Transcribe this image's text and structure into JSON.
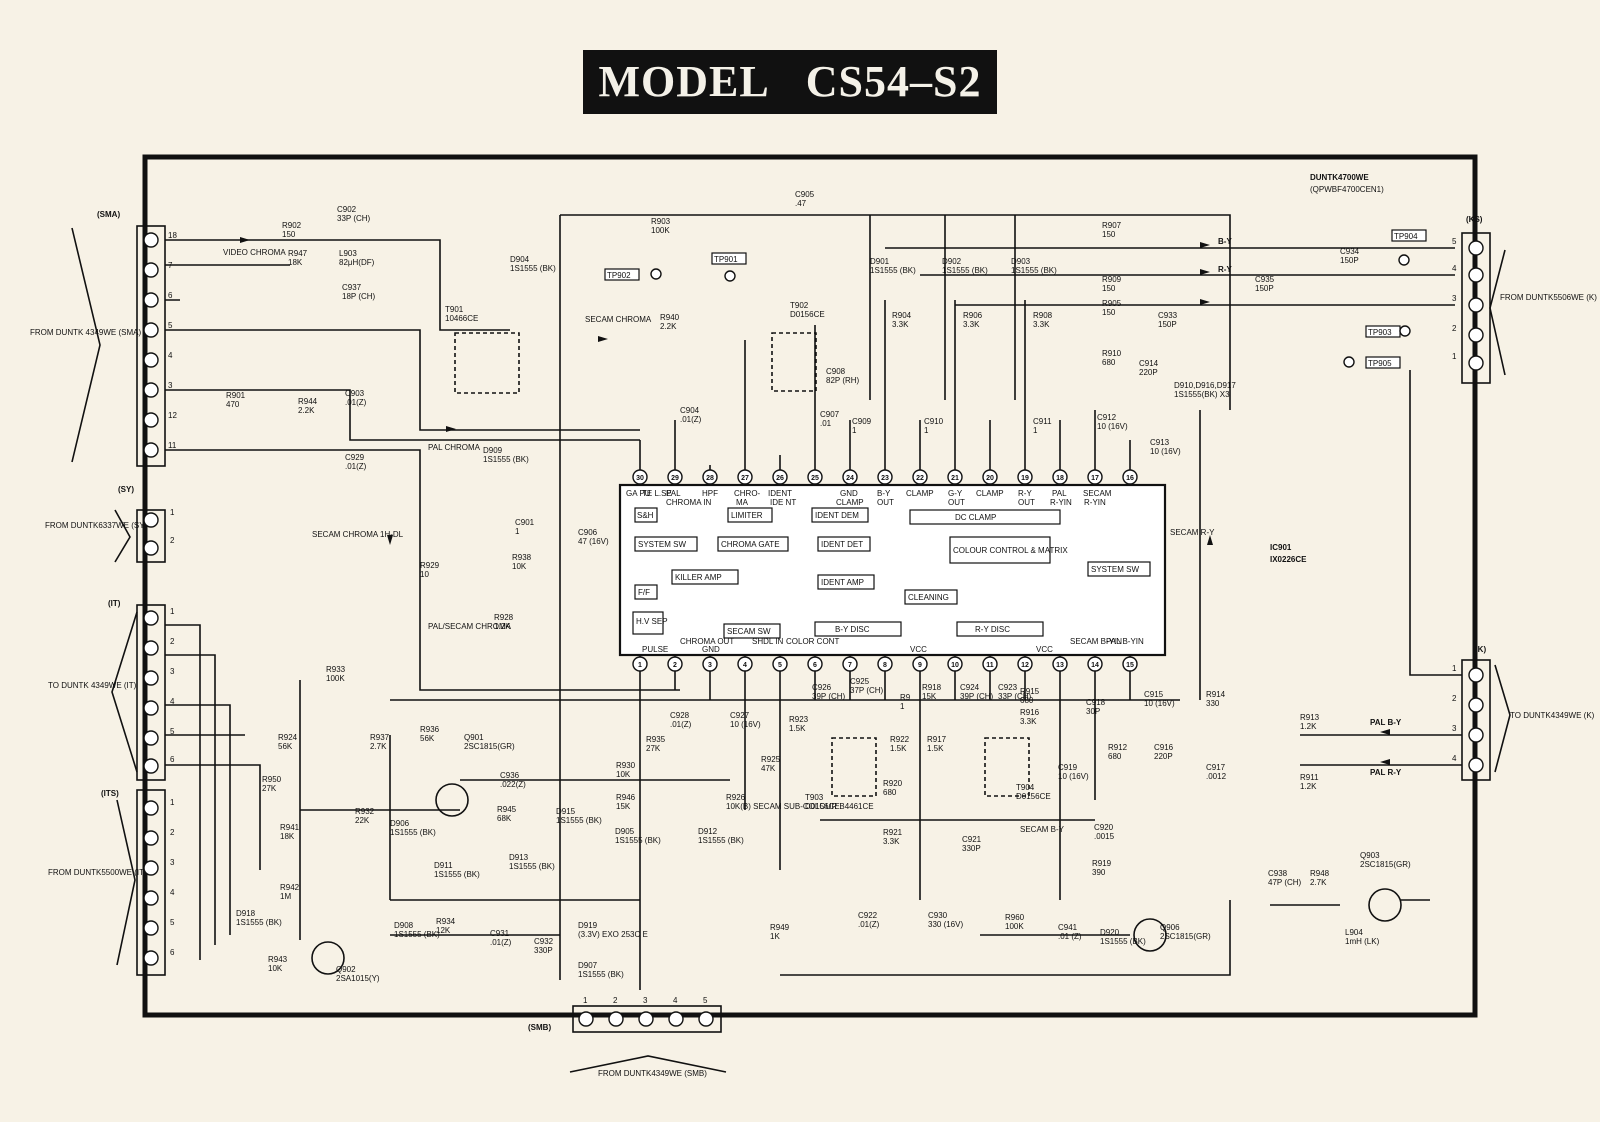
{
  "title": {
    "prefix": "MODEL",
    "model": "CS54–S2"
  },
  "ic": {
    "ref": "IC901",
    "part": "IX0226CE"
  },
  "ic_pins_top": [
    {
      "n": "30",
      "label": "GA PU",
      "label2": "TE L.SE"
    },
    {
      "n": "29",
      "label": "PAL",
      "label2": "CHROMA IN"
    },
    {
      "n": "28",
      "label": "HPF",
      "label2": ""
    },
    {
      "n": "27",
      "label": "CHRO-",
      "label2": "MA"
    },
    {
      "n": "26",
      "label": "IDENT",
      "label2": "IDE NT"
    },
    {
      "n": "25",
      "label": "GND",
      "label2": "CLAMP"
    },
    {
      "n": "24",
      "label": "",
      "label2": ""
    },
    {
      "n": "23",
      "label": "B-Y",
      "label2": "OUT"
    },
    {
      "n": "22",
      "label": "CLAMP",
      "label2": ""
    },
    {
      "n": "21",
      "label": "G-Y",
      "label2": "OUT"
    },
    {
      "n": "20",
      "label": "CLAMP",
      "label2": ""
    },
    {
      "n": "19",
      "label": "R-Y",
      "label2": "OUT"
    },
    {
      "n": "18",
      "label": "PAL",
      "label2": "R-YIN"
    },
    {
      "n": "17",
      "label": "SECAM",
      "label2": "R-YIN"
    },
    {
      "n": "16",
      "label": "",
      "label2": ""
    }
  ],
  "ic_pins_bottom": [
    {
      "n": "1",
      "label": "PULSE"
    },
    {
      "n": "2",
      "label": "CHROMA OUT"
    },
    {
      "n": "3",
      "label": "GND"
    },
    {
      "n": "4",
      "label": "SHDL IN"
    },
    {
      "n": "5",
      "label": "COLOR CONT"
    },
    {
      "n": "6",
      "label": ""
    },
    {
      "n": "7",
      "label": ""
    },
    {
      "n": "8",
      "label": ""
    },
    {
      "n": "9",
      "label": "VCC"
    },
    {
      "n": "10",
      "label": ""
    },
    {
      "n": "11",
      "label": ""
    },
    {
      "n": "12",
      "label": "VCC"
    },
    {
      "n": "13",
      "label": "SECAM B-YIN"
    },
    {
      "n": "14",
      "label": "PAL B-YIN"
    },
    {
      "n": "15",
      "label": ""
    }
  ],
  "ic_blocks": [
    "S&H",
    "LIMITER",
    "IDENT DEM",
    "SYSTEM SW",
    "CHROMA GATE",
    "IDENT DET",
    "KILLER AMP",
    "IDENT AMP",
    "F/F",
    "CLEANING",
    "H.V SEP",
    "SECAM SW",
    "B-Y DISC",
    "R-Y DISC",
    "DC CLAMP",
    "COLOUR CONTROL & MATRIX",
    "SYSTEM SW"
  ],
  "connectors": {
    "sma": {
      "label": "(SMA)",
      "from": "FROM DUNTK 4349WE (SMA)",
      "pins": [
        "18",
        "7",
        "6",
        "5",
        "4",
        "3",
        "12",
        "11"
      ]
    },
    "sy": {
      "label": "(SY)",
      "from": "FROM DUNTK6337WE (SY)",
      "pins": [
        "1",
        "2"
      ]
    },
    "t": {
      "label": "(IT)",
      "to": "TO DUNTK 4349WE (IT)",
      "pins": [
        "1",
        "2",
        "3",
        "4",
        "5",
        "6"
      ]
    },
    "ts": {
      "label": "(ITS)",
      "from": "FROM DUNTK5500WE (IT)",
      "pins": [
        "1",
        "2",
        "3",
        "4",
        "5",
        "6"
      ]
    },
    "ks": {
      "label": "(KS)",
      "module": "DUNTK4700WE",
      "module_code": "(QPWBF4700CEN1)",
      "from": "FROM DUNTK5506WE (K)",
      "pins": [
        "5",
        "4",
        "3",
        "2",
        "1"
      ]
    },
    "k": {
      "label": "(K)",
      "to": "TO DUNTK4349WE (K)",
      "pins": [
        "1",
        "2",
        "3",
        "4"
      ]
    },
    "smb": {
      "label": "(SMB)",
      "from": "FROM DUNTK4349WE (SMB)",
      "pins": [
        "1",
        "2",
        "3",
        "4",
        "5"
      ]
    }
  },
  "test_points": [
    "TP902",
    "TP901",
    "TP904",
    "TP903",
    "TP905"
  ],
  "signals": [
    "VIDEO CHROMA",
    "SECAM CHROMA",
    "PAL CHROMA",
    "SECAM CHROMA 1H-DL",
    "PAL/SECAM CHROMA",
    "SECAM R-Y",
    "SECAM B-Y",
    "B-Y",
    "R-Y",
    "PAL B-Y",
    "PAL R-Y"
  ],
  "components": [
    {
      "ref": "R902",
      "value": "150"
    },
    {
      "ref": "C902",
      "value": "33P (CH)"
    },
    {
      "ref": "R947",
      "value": "18K"
    },
    {
      "ref": "L903",
      "value": "82μH(DF)"
    },
    {
      "ref": "C937",
      "value": "18P (CH)"
    },
    {
      "ref": "R901",
      "value": "470"
    },
    {
      "ref": "R944",
      "value": "2.2K"
    },
    {
      "ref": "C903",
      "value": ".01(Z)"
    },
    {
      "ref": "C929",
      "value": ".01(Z)"
    },
    {
      "ref": "T901",
      "value": "10466CE"
    },
    {
      "ref": "D904",
      "value": "1S1555 (BK)"
    },
    {
      "ref": "R903",
      "value": "100K"
    },
    {
      "ref": "C905",
      "value": ".47"
    },
    {
      "ref": "R940",
      "value": "2.2K"
    },
    {
      "ref": "T902",
      "value": "D0156CE"
    },
    {
      "ref": "C908",
      "value": "82P (RH)"
    },
    {
      "ref": "C907",
      "value": ".01"
    },
    {
      "ref": "C904",
      "value": ".01(Z)"
    },
    {
      "ref": "D909",
      "value": "1S1555 (BK)"
    },
    {
      "ref": "C901",
      "value": "1"
    },
    {
      "ref": "R938",
      "value": "10K"
    },
    {
      "ref": "R928",
      "value": "1.2K"
    },
    {
      "ref": "R929",
      "value": "10"
    },
    {
      "ref": "C906",
      "value": "47 (16V)"
    },
    {
      "ref": "D901",
      "value": "1S1555 (BK)"
    },
    {
      "ref": "D902",
      "value": "1S1555 (BK)"
    },
    {
      "ref": "D903",
      "value": "1S1555 (BK)"
    },
    {
      "ref": "R907",
      "value": "150"
    },
    {
      "ref": "R909",
      "value": "150"
    },
    {
      "ref": "R905",
      "value": "150"
    },
    {
      "ref": "R904",
      "value": "3.3K"
    },
    {
      "ref": "R906",
      "value": "3.3K"
    },
    {
      "ref": "R908",
      "value": "3.3K"
    },
    {
      "ref": "R910",
      "value": "680"
    },
    {
      "ref": "C914",
      "value": "220P"
    },
    {
      "ref": "C909",
      "value": "1"
    },
    {
      "ref": "C910",
      "value": "1"
    },
    {
      "ref": "C911",
      "value": "1"
    },
    {
      "ref": "C912",
      "value": "10 (16V)"
    },
    {
      "ref": "C913",
      "value": "10 (16V)"
    },
    {
      "ref": "C934",
      "value": "150P"
    },
    {
      "ref": "C935",
      "value": "150P"
    },
    {
      "ref": "C933",
      "value": "150P"
    },
    {
      "ref": "D910,D916,D917",
      "value": "1S1555(BK) X3"
    },
    {
      "ref": "R933",
      "value": "100K"
    },
    {
      "ref": "R924",
      "value": "56K"
    },
    {
      "ref": "R950",
      "value": "27K"
    },
    {
      "ref": "R937",
      "value": "2.7K"
    },
    {
      "ref": "R936",
      "value": "56K"
    },
    {
      "ref": "Q901",
      "value": "2SC1815(GR)"
    },
    {
      "ref": "R932",
      "value": "22K"
    },
    {
      "ref": "R941",
      "value": "18K"
    },
    {
      "ref": "R942",
      "value": "1M"
    },
    {
      "ref": "D918",
      "value": "1S1555 (BK)"
    },
    {
      "ref": "R943",
      "value": "10K"
    },
    {
      "ref": "Q902",
      "value": "2SA1015(Y)"
    },
    {
      "ref": "D906",
      "value": "1S1555 (BK)"
    },
    {
      "ref": "D911",
      "value": "1S1555 (BK)"
    },
    {
      "ref": "D908",
      "value": "1S1555 (BK)"
    },
    {
      "ref": "R934",
      "value": "12K"
    },
    {
      "ref": "C931",
      "value": ".01(Z)"
    },
    {
      "ref": "C936",
      "value": ".022(Z)"
    },
    {
      "ref": "R945",
      "value": "68K"
    },
    {
      "ref": "D915",
      "value": "1S1555 (BK)"
    },
    {
      "ref": "D913",
      "value": "1S1555 (BK)"
    },
    {
      "ref": "C932",
      "value": "330P"
    },
    {
      "ref": "D919",
      "value": "(3.3V) EXO 253C E"
    },
    {
      "ref": "D907",
      "value": "1S1555 (BK)"
    },
    {
      "ref": "R935",
      "value": "27K"
    },
    {
      "ref": "C928",
      "value": ".01(Z)"
    },
    {
      "ref": "C927",
      "value": "10 (16V)"
    },
    {
      "ref": "R930",
      "value": "10K"
    },
    {
      "ref": "R946",
      "value": "15K"
    },
    {
      "ref": "D905",
      "value": "1S1555 (BK)"
    },
    {
      "ref": "D912",
      "value": "1S1555 (BK)"
    },
    {
      "ref": "R925",
      "value": "47K"
    },
    {
      "ref": "R926",
      "value": "10K(B) SECAM SUB-COLOUR B4461CE"
    },
    {
      "ref": "C926",
      "value": "39P (CH)"
    },
    {
      "ref": "C925",
      "value": "37P (CH)"
    },
    {
      "ref": "R923",
      "value": "1.5K"
    },
    {
      "ref": "T903",
      "value": "D0156CE"
    },
    {
      "ref": "R9",
      "value": "1"
    },
    {
      "ref": "R918",
      "value": "15K"
    },
    {
      "ref": "R917",
      "value": "1.5K"
    },
    {
      "ref": "R922",
      "value": "1.5K"
    },
    {
      "ref": "C924",
      "value": "39P (CH)"
    },
    {
      "ref": "C923",
      "value": "33P (CH)"
    },
    {
      "ref": "R915",
      "value": "680"
    },
    {
      "ref": "R916",
      "value": "3.3K"
    },
    {
      "ref": "T904",
      "value": "D0156CE"
    },
    {
      "ref": "C918",
      "value": "30P"
    },
    {
      "ref": "C915",
      "value": "10 (16V)"
    },
    {
      "ref": "R914",
      "value": "330"
    },
    {
      "ref": "C919",
      "value": "10 (16V)"
    },
    {
      "ref": "R912",
      "value": "680"
    },
    {
      "ref": "C916",
      "value": "220P"
    },
    {
      "ref": "C917",
      "value": ".0012"
    },
    {
      "ref": "R920",
      "value": "680"
    },
    {
      "ref": "R921",
      "value": "3.3K"
    },
    {
      "ref": "C921",
      "value": "330P"
    },
    {
      "ref": "C920",
      "value": ".0015"
    },
    {
      "ref": "R919",
      "value": "390"
    },
    {
      "ref": "R913",
      "value": "1.2K"
    },
    {
      "ref": "R911",
      "value": "1.2K"
    },
    {
      "ref": "R949",
      "value": "1K"
    },
    {
      "ref": "C922",
      "value": ".01(Z)"
    },
    {
      "ref": "C930",
      "value": "330 (16V)"
    },
    {
      "ref": "R960",
      "value": "100K"
    },
    {
      "ref": "C941",
      "value": ".01 (Z)"
    },
    {
      "ref": "D920",
      "value": "1S1555 (BK)"
    },
    {
      "ref": "Q906",
      "value": "2SC1815(GR)"
    },
    {
      "ref": "C938",
      "value": "47P (CH)"
    },
    {
      "ref": "R948",
      "value": "2.7K"
    },
    {
      "ref": "Q903",
      "value": "2SC1815(GR)"
    },
    {
      "ref": "L904",
      "value": "1mH (LK)"
    }
  ],
  "colors": {
    "paper": "#f7f2e6",
    "ink": "#111111",
    "title_bg": "#111111",
    "title_text": "#f4f1e8"
  }
}
